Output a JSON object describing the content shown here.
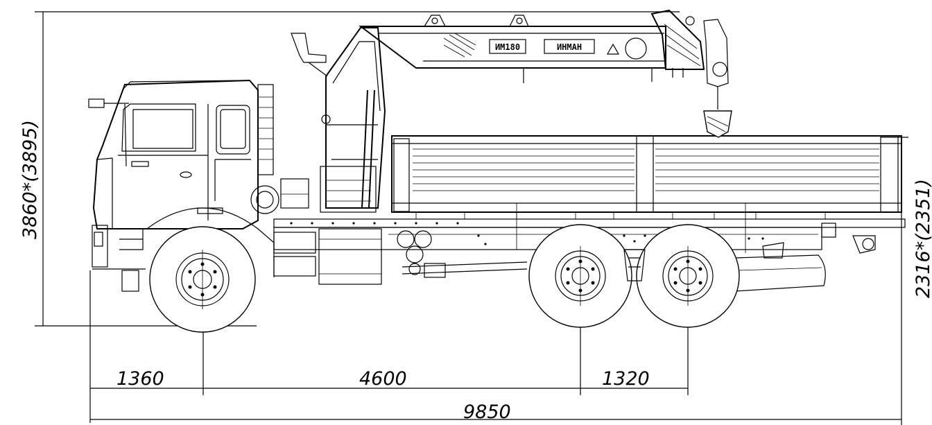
{
  "dimensions": {
    "height_total": "3860*(3895)",
    "frame_height": "2316*(2351)",
    "front_overhang": "1360",
    "wheelbase": "4600",
    "tandem_spacing": "1320",
    "overall_length": "9850"
  },
  "crane_labels": {
    "model": "ИМ180",
    "brand": "ИНМАН"
  }
}
